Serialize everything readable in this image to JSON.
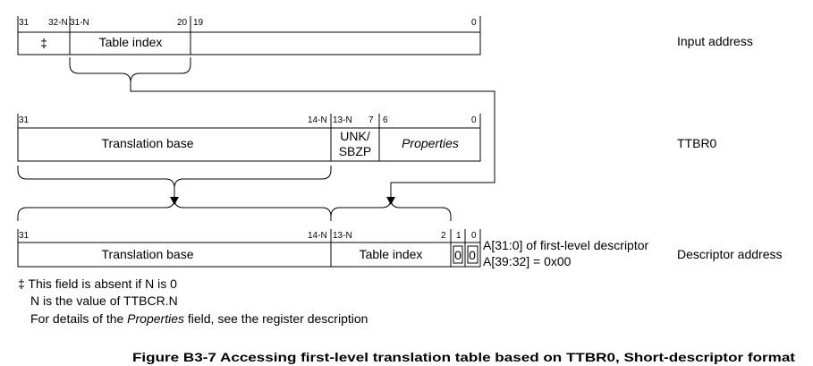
{
  "row1": {
    "bits": {
      "b31": "31",
      "b32n": "32-N",
      "b31n": "31-N",
      "b20": "20",
      "b19": "19",
      "b0": "0"
    },
    "fields": {
      "dagger": "‡",
      "table_index": "Table index"
    },
    "label": "Input address"
  },
  "row2": {
    "bits": {
      "b31": "31",
      "b14n": "14-N",
      "b13n": "13-N",
      "b7": "7",
      "b6": "6",
      "b0": "0"
    },
    "fields": {
      "translation_base": "Translation base",
      "unk_line1": "UNK/",
      "unk_line2": "SBZP",
      "properties": "Properties"
    },
    "label": "TTBR0"
  },
  "row3": {
    "bits": {
      "b31": "31",
      "b14n": "14-N",
      "b13n": "13-N",
      "b2": "2",
      "b1": "1",
      "b0": "0"
    },
    "fields": {
      "translation_base": "Translation base",
      "table_index": "Table index",
      "zero_a": "0",
      "zero_b": "0"
    },
    "side_note_line1": "A[31:0] of first-level descriptor",
    "side_note_line2": "A[39:32] = 0x00",
    "label": "Descriptor address"
  },
  "notes": {
    "line1": "‡ This field is absent if N is 0",
    "line2": "N is the value of TTBCR.N",
    "line3_prefix": "For details of the ",
    "line3_italic": "Properties",
    "line3_suffix": " field, see the register description"
  },
  "caption": "Figure B3-7 Accessing first-level translation table based on TTBR0, Short-descriptor format"
}
